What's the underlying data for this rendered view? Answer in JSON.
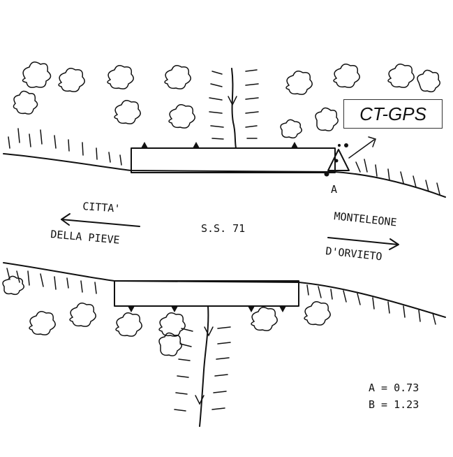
{
  "labels": {
    "gps": "CT-GPS",
    "point_a": "A",
    "road": "S.S. 71",
    "left_dir_line1": "CITTA'",
    "left_dir_line2": "DELLA PIEVE",
    "right_dir_line1": "MONTELEONE",
    "right_dir_line2": "D'ORVIETO",
    "legend_a": "A = 0.73",
    "legend_b": "B = 1.23"
  }
}
